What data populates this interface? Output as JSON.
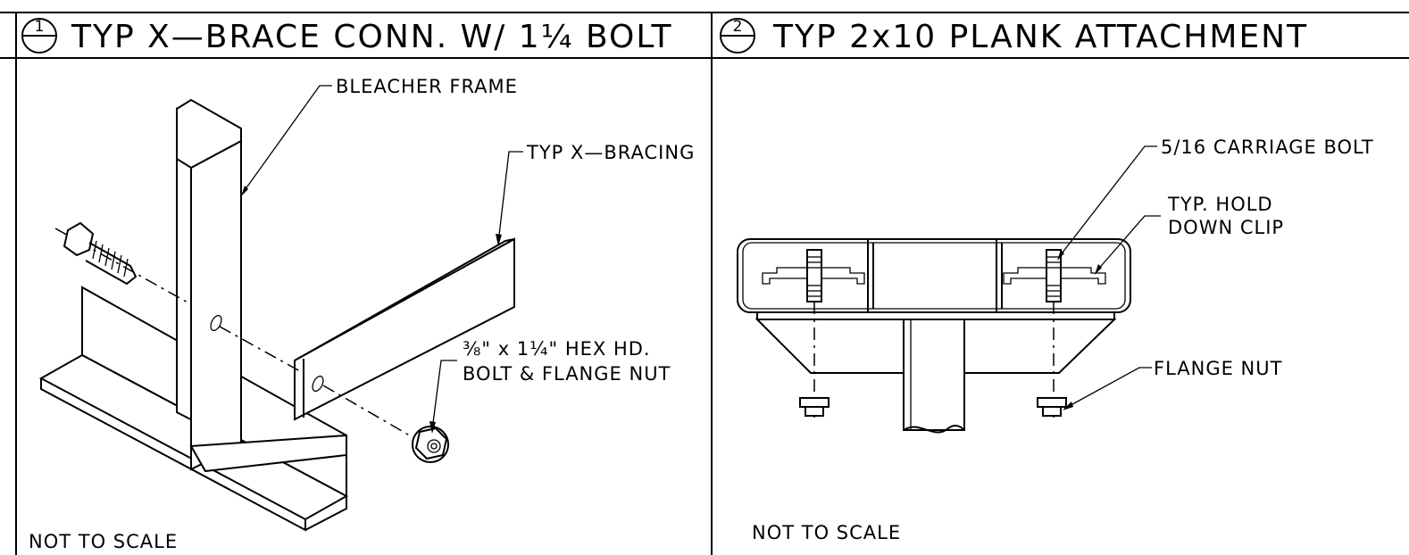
{
  "detail_1": {
    "number": "1",
    "title": "TYP X—BRACE CONN. W/ 1¼ BOLT",
    "labels": {
      "frame": "BLEACHER FRAME",
      "bracing": "TYP X—BRACING",
      "bolt_line1": "⅜\" x 1¼\" HEX HD.",
      "bolt_line2": "BOLT & FLANGE NUT"
    },
    "scale_note": "NOT TO SCALE"
  },
  "detail_2": {
    "number": "2",
    "title": "TYP 2x10 PLANK ATTACHMENT",
    "labels": {
      "carriage_bolt": "5/16 CARRIAGE BOLT",
      "clip_line1": "TYP. HOLD",
      "clip_line2": "DOWN CLIP",
      "flange_nut": "FLANGE NUT"
    },
    "scale_note": "NOT TO SCALE"
  }
}
